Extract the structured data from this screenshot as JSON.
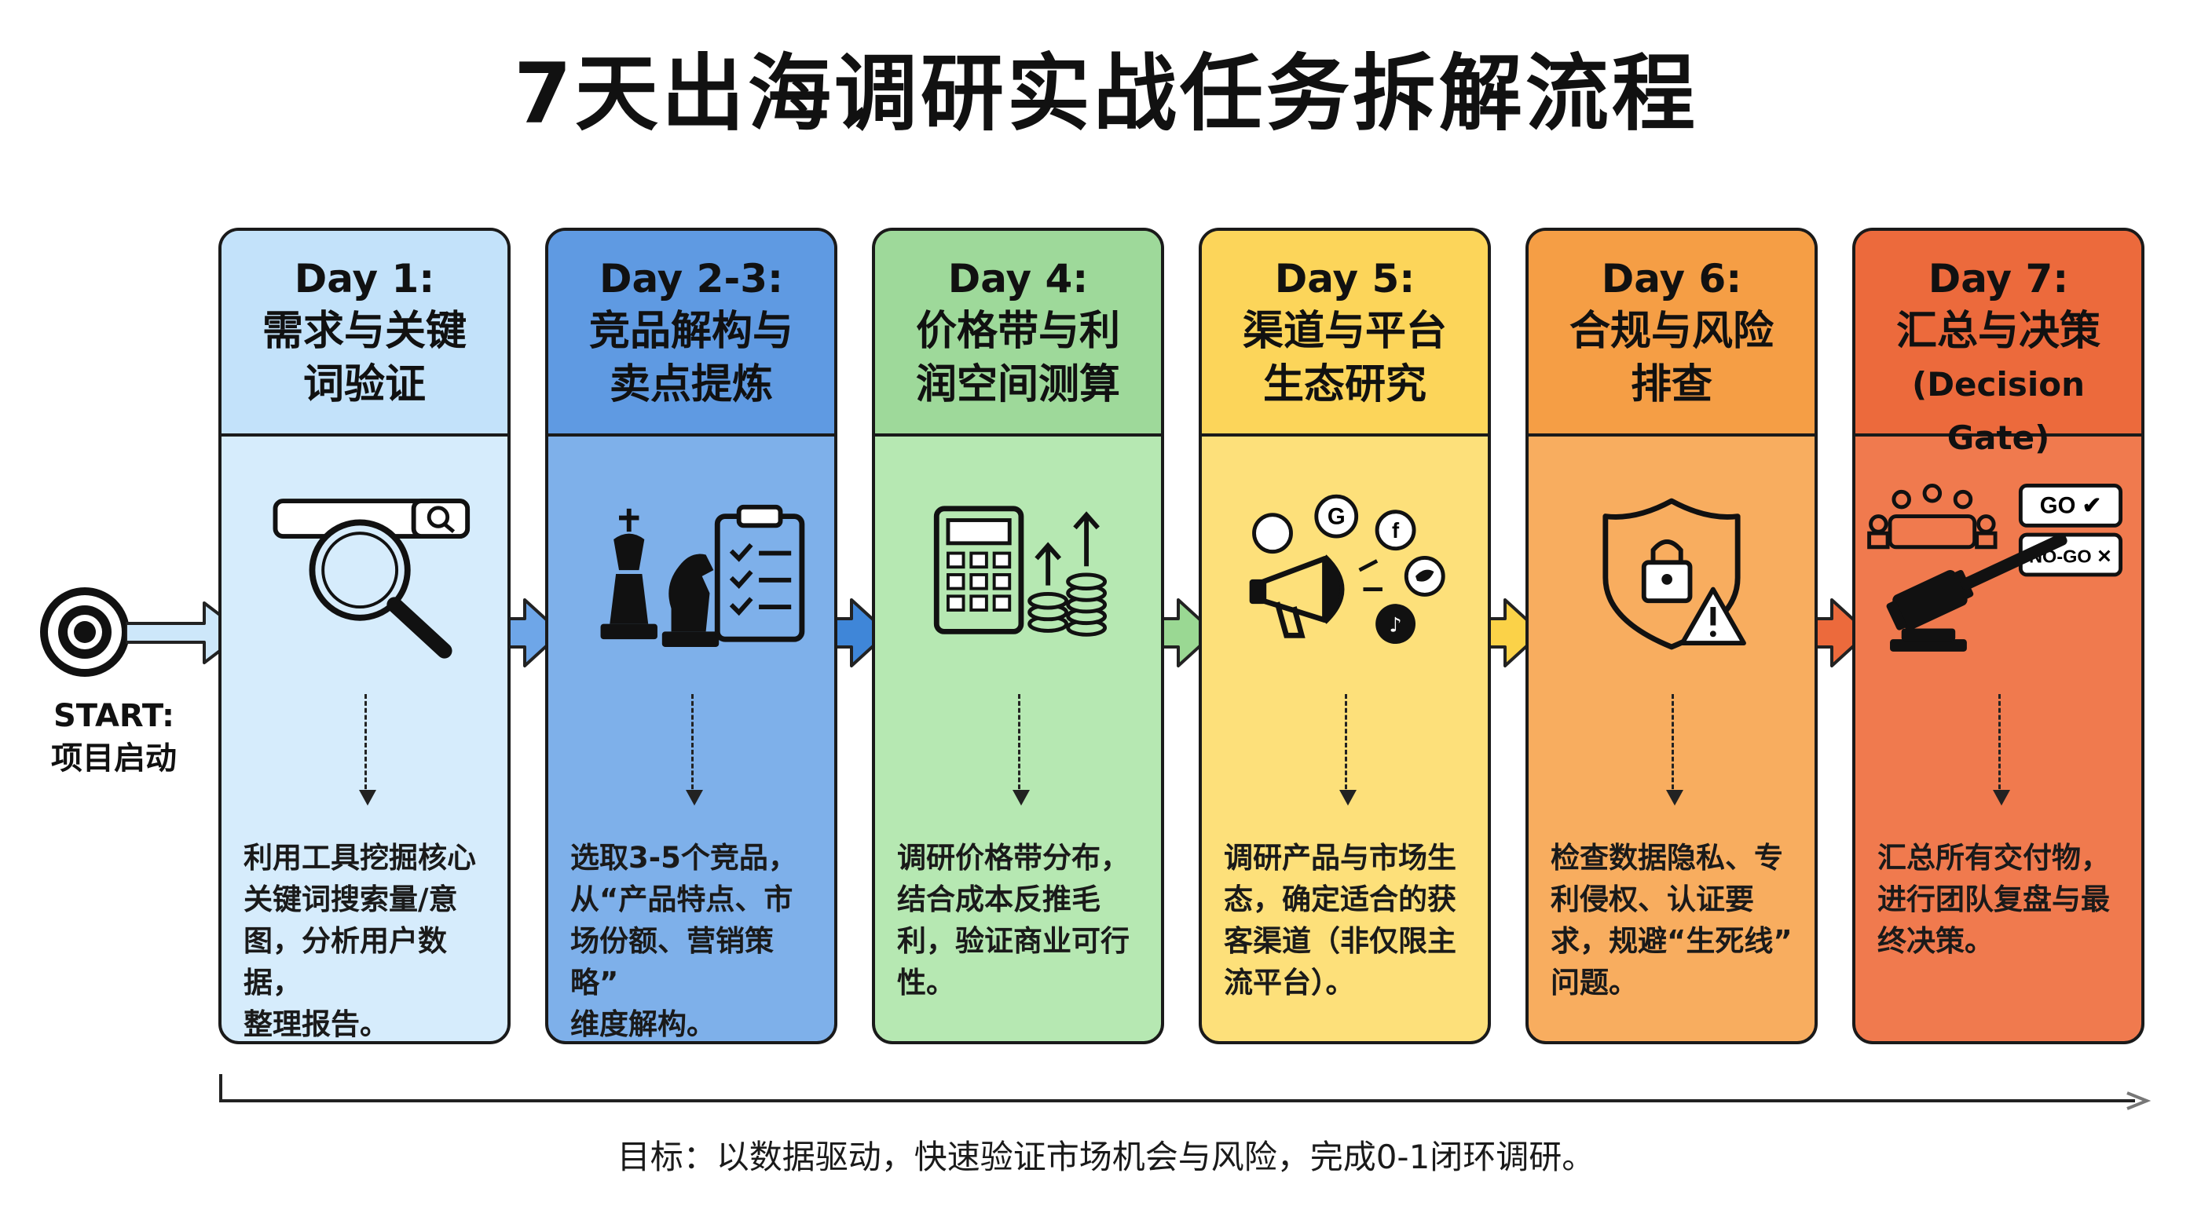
{
  "title": "7天出海调研实战任务拆解流程",
  "start": {
    "label_line1": "START:",
    "label_line2": "项目启动"
  },
  "steps": [
    {
      "day": "Day 1:",
      "name_line1": "需求与关键",
      "name_line2": "词验证",
      "icon": "magnifier-search-icon",
      "desc": [
        "利用工具挖掘核心",
        "关键词搜索量/意",
        "图，分析用户数据，",
        "整理报告。"
      ],
      "color": "#cde7fa"
    },
    {
      "day": "Day 2-3:",
      "name_line1": "竞品解构与",
      "name_line2": "卖点提炼",
      "icon": "chess-checklist-icon",
      "desc": [
        "选取3-5个竞品，",
        "从“产品特点、市",
        "场份额、营销策略”",
        "维度解构。"
      ],
      "color": "#6ea6e8"
    },
    {
      "day": "Day 4:",
      "name_line1": "价格带与利",
      "name_line2": "润空间测算",
      "icon": "calculator-coins-icon",
      "desc": [
        "调研价格带分布，",
        "结合成本反推毛",
        "利，验证商业可行",
        "性。"
      ],
      "color": "#a8e2a5"
    },
    {
      "day": "Day 5:",
      "name_line1": "渠道与平台",
      "name_line2": "生态研究",
      "icon": "megaphone-social-icon",
      "desc": [
        "调研产品与市场生",
        "态，确定适合的获",
        "客渠道（非仅限主",
        "流平台）。"
      ],
      "color": "#fbd860"
    },
    {
      "day": "Day 6:",
      "name_line1": "合规与风险",
      "name_line2": "排查",
      "icon": "shield-lock-warning-icon",
      "desc": [
        "检查数据隐私、专",
        "利侵权、认证要",
        "求，规避“生死线”",
        "问题。"
      ],
      "color": "#f6a24c"
    },
    {
      "day": "Day 7:",
      "name_line1": "汇总与决策",
      "name_line2": "(Decision Gate)",
      "icon": "gavel-meeting-icon",
      "desc": [
        "汇总所有交付物，",
        "进行团队复盘与最",
        "终决策。"
      ],
      "color": "#ee7040",
      "badges": {
        "go": "GO ✔",
        "nogo": "NO-GO ✕"
      }
    }
  ],
  "goal": "目标：以数据驱动，快速验证市场机会与风险，完成0-1闭环调研。"
}
